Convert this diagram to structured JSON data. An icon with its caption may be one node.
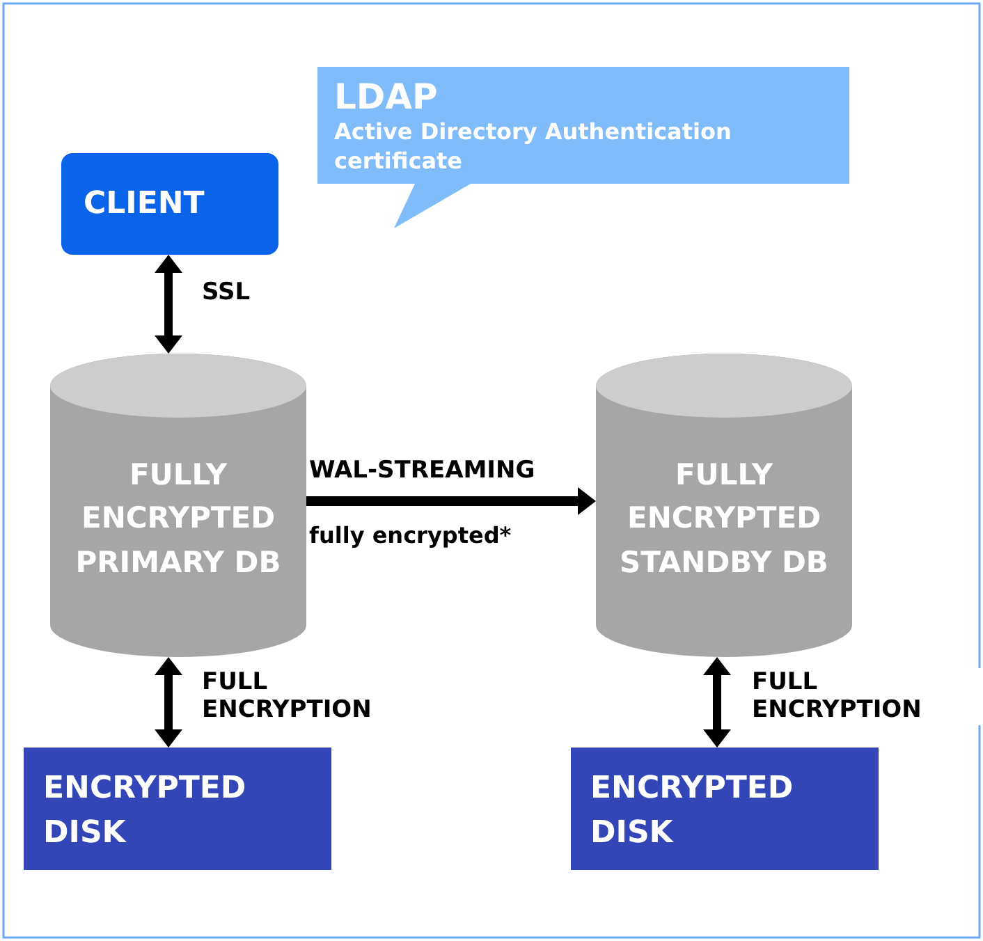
{
  "diagram": {
    "nodes": [
      {
        "text": [
          "LDAP",
          "Active Directory Authentication certificate"
        ]
      },
      {
        "text": [
          "CLIENT"
        ]
      },
      {
        "text": [
          "FULLY ENCRYPTED PRIMARY DB"
        ]
      },
      {
        "text": [
          "FULLY ENCRYPTED STANDBY DB"
        ]
      },
      {
        "text": [
          "ENCRYPTED DISK"
        ]
      },
      {
        "text": [
          "ENCRYPTED DISK"
        ]
      }
    ],
    "edges": [
      {
        "from": 1,
        "to": 2,
        "arrow": "both",
        "label": "SSL"
      },
      {
        "from": 2,
        "to": 3,
        "arrow": "to",
        "label": "WAL-STREAMING"
      },
      {
        "from": 2,
        "to": 4,
        "arrow": "both",
        "label": "FULL ENCRYPTION"
      },
      {
        "from": 3,
        "to": 5,
        "arrow": "both",
        "label": "FULL ENCRYPTION"
      }
    ],
    "labels": [
      "fully encrypted*"
    ]
  }
}
